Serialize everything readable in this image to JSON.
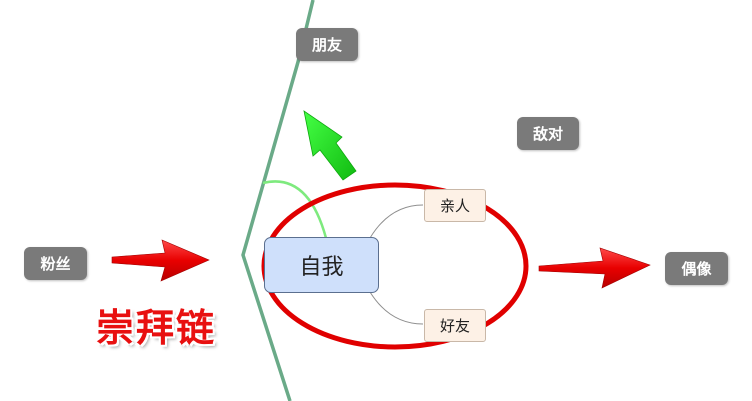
{
  "diagram": {
    "center_label": "自我",
    "children": [
      {
        "label": "亲人"
      },
      {
        "label": "好友"
      }
    ],
    "outer_nodes": {
      "friends": "朋友",
      "enemies": "敌对",
      "fans": "粉丝",
      "idols": "偶像"
    },
    "annotation": "崇拜链",
    "colors": {
      "arrow_red": "#f01010",
      "arrow_green": "#22dd22",
      "ellipse_red": "#e00000",
      "line_green": "#6aaa88",
      "center_fill": "#cfe0fb",
      "child_fill": "#fdf1e6",
      "outer_node_fill": "#7a7a7a"
    }
  }
}
